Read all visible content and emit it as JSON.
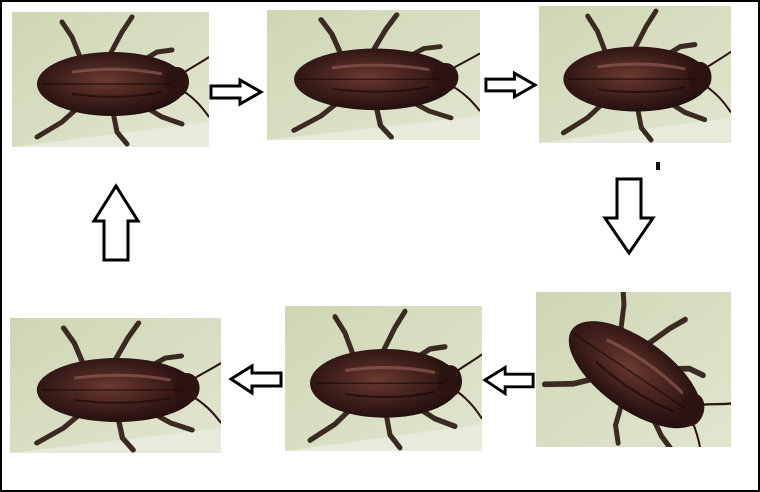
{
  "figure": {
    "frames": [
      {
        "id": "frame-1",
        "subject": "cockroach",
        "pose": "legs-back"
      },
      {
        "id": "frame-2",
        "subject": "cockroach",
        "pose": "legs-mid"
      },
      {
        "id": "frame-3",
        "subject": "cockroach",
        "pose": "legs-forward"
      },
      {
        "id": "frame-4",
        "subject": "cockroach",
        "pose": "turning"
      },
      {
        "id": "frame-5",
        "subject": "cockroach",
        "pose": "legs-mid"
      },
      {
        "id": "frame-6",
        "subject": "cockroach",
        "pose": "legs-back"
      }
    ],
    "arrows": [
      {
        "icon": "arrow-right-icon"
      },
      {
        "icon": "arrow-right-icon"
      },
      {
        "icon": "arrow-down-icon"
      },
      {
        "icon": "arrow-left-icon"
      },
      {
        "icon": "arrow-left-icon"
      },
      {
        "icon": "arrow-up-icon"
      }
    ],
    "colors": {
      "background": "#d6dcbe",
      "body": "#3a1c18",
      "outline": "#000000",
      "arrow_fill": "#ffffff"
    }
  }
}
